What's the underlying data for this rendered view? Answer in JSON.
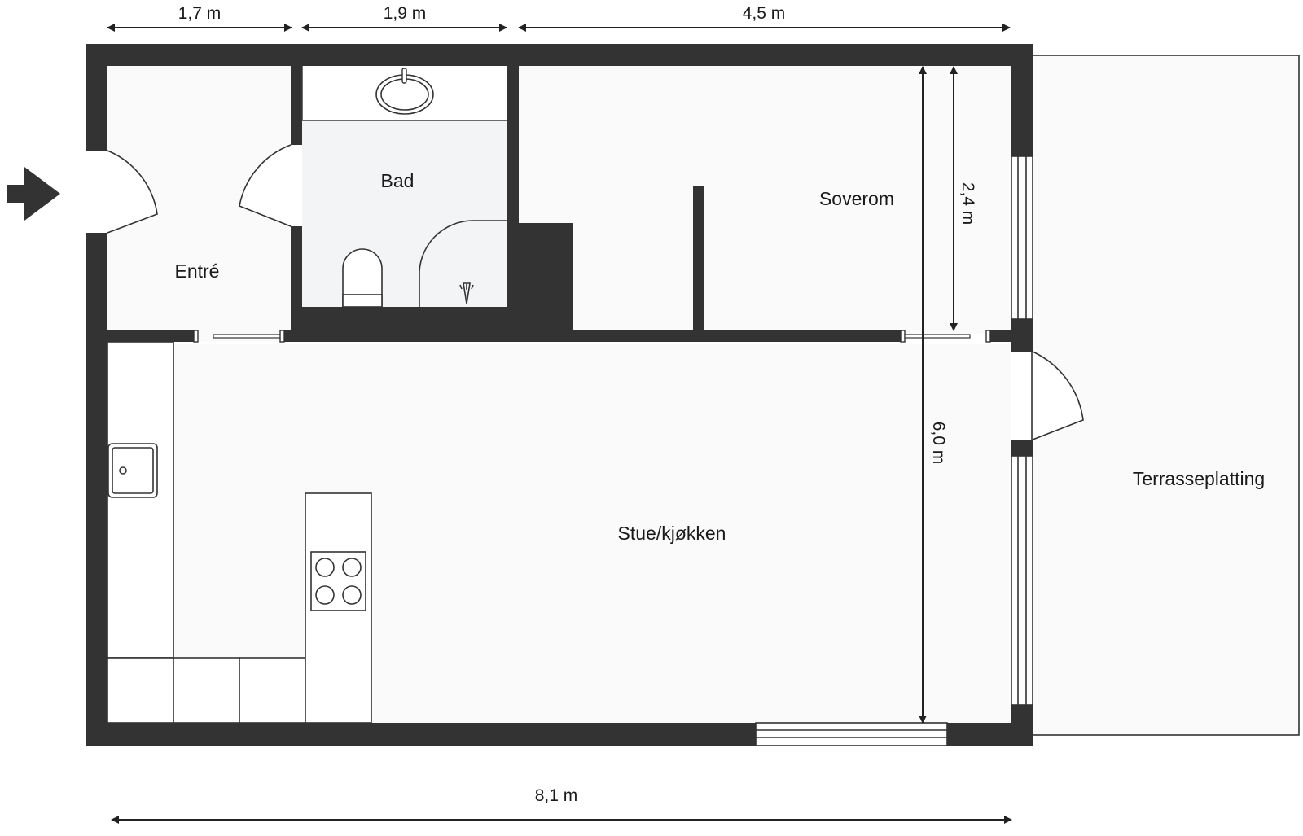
{
  "rooms": {
    "entre": "Entré",
    "bad": "Bad",
    "soverom": "Soverom",
    "stue_kjokken": "Stue/kjøkken",
    "terrasse": "Terrasseplatting"
  },
  "dimensions": {
    "top_left": "1,7 m",
    "top_middle": "1,9 m",
    "top_right": "4,5 m",
    "bottom": "8,1 m",
    "vertical_bedroom": "2,4 m",
    "vertical_total": "6,0 m"
  },
  "colors": {
    "wall": "#333333",
    "room_fill": "#fafafa",
    "bath_fill": "#f3f4f6",
    "terrace_fill": "#fafafa"
  }
}
